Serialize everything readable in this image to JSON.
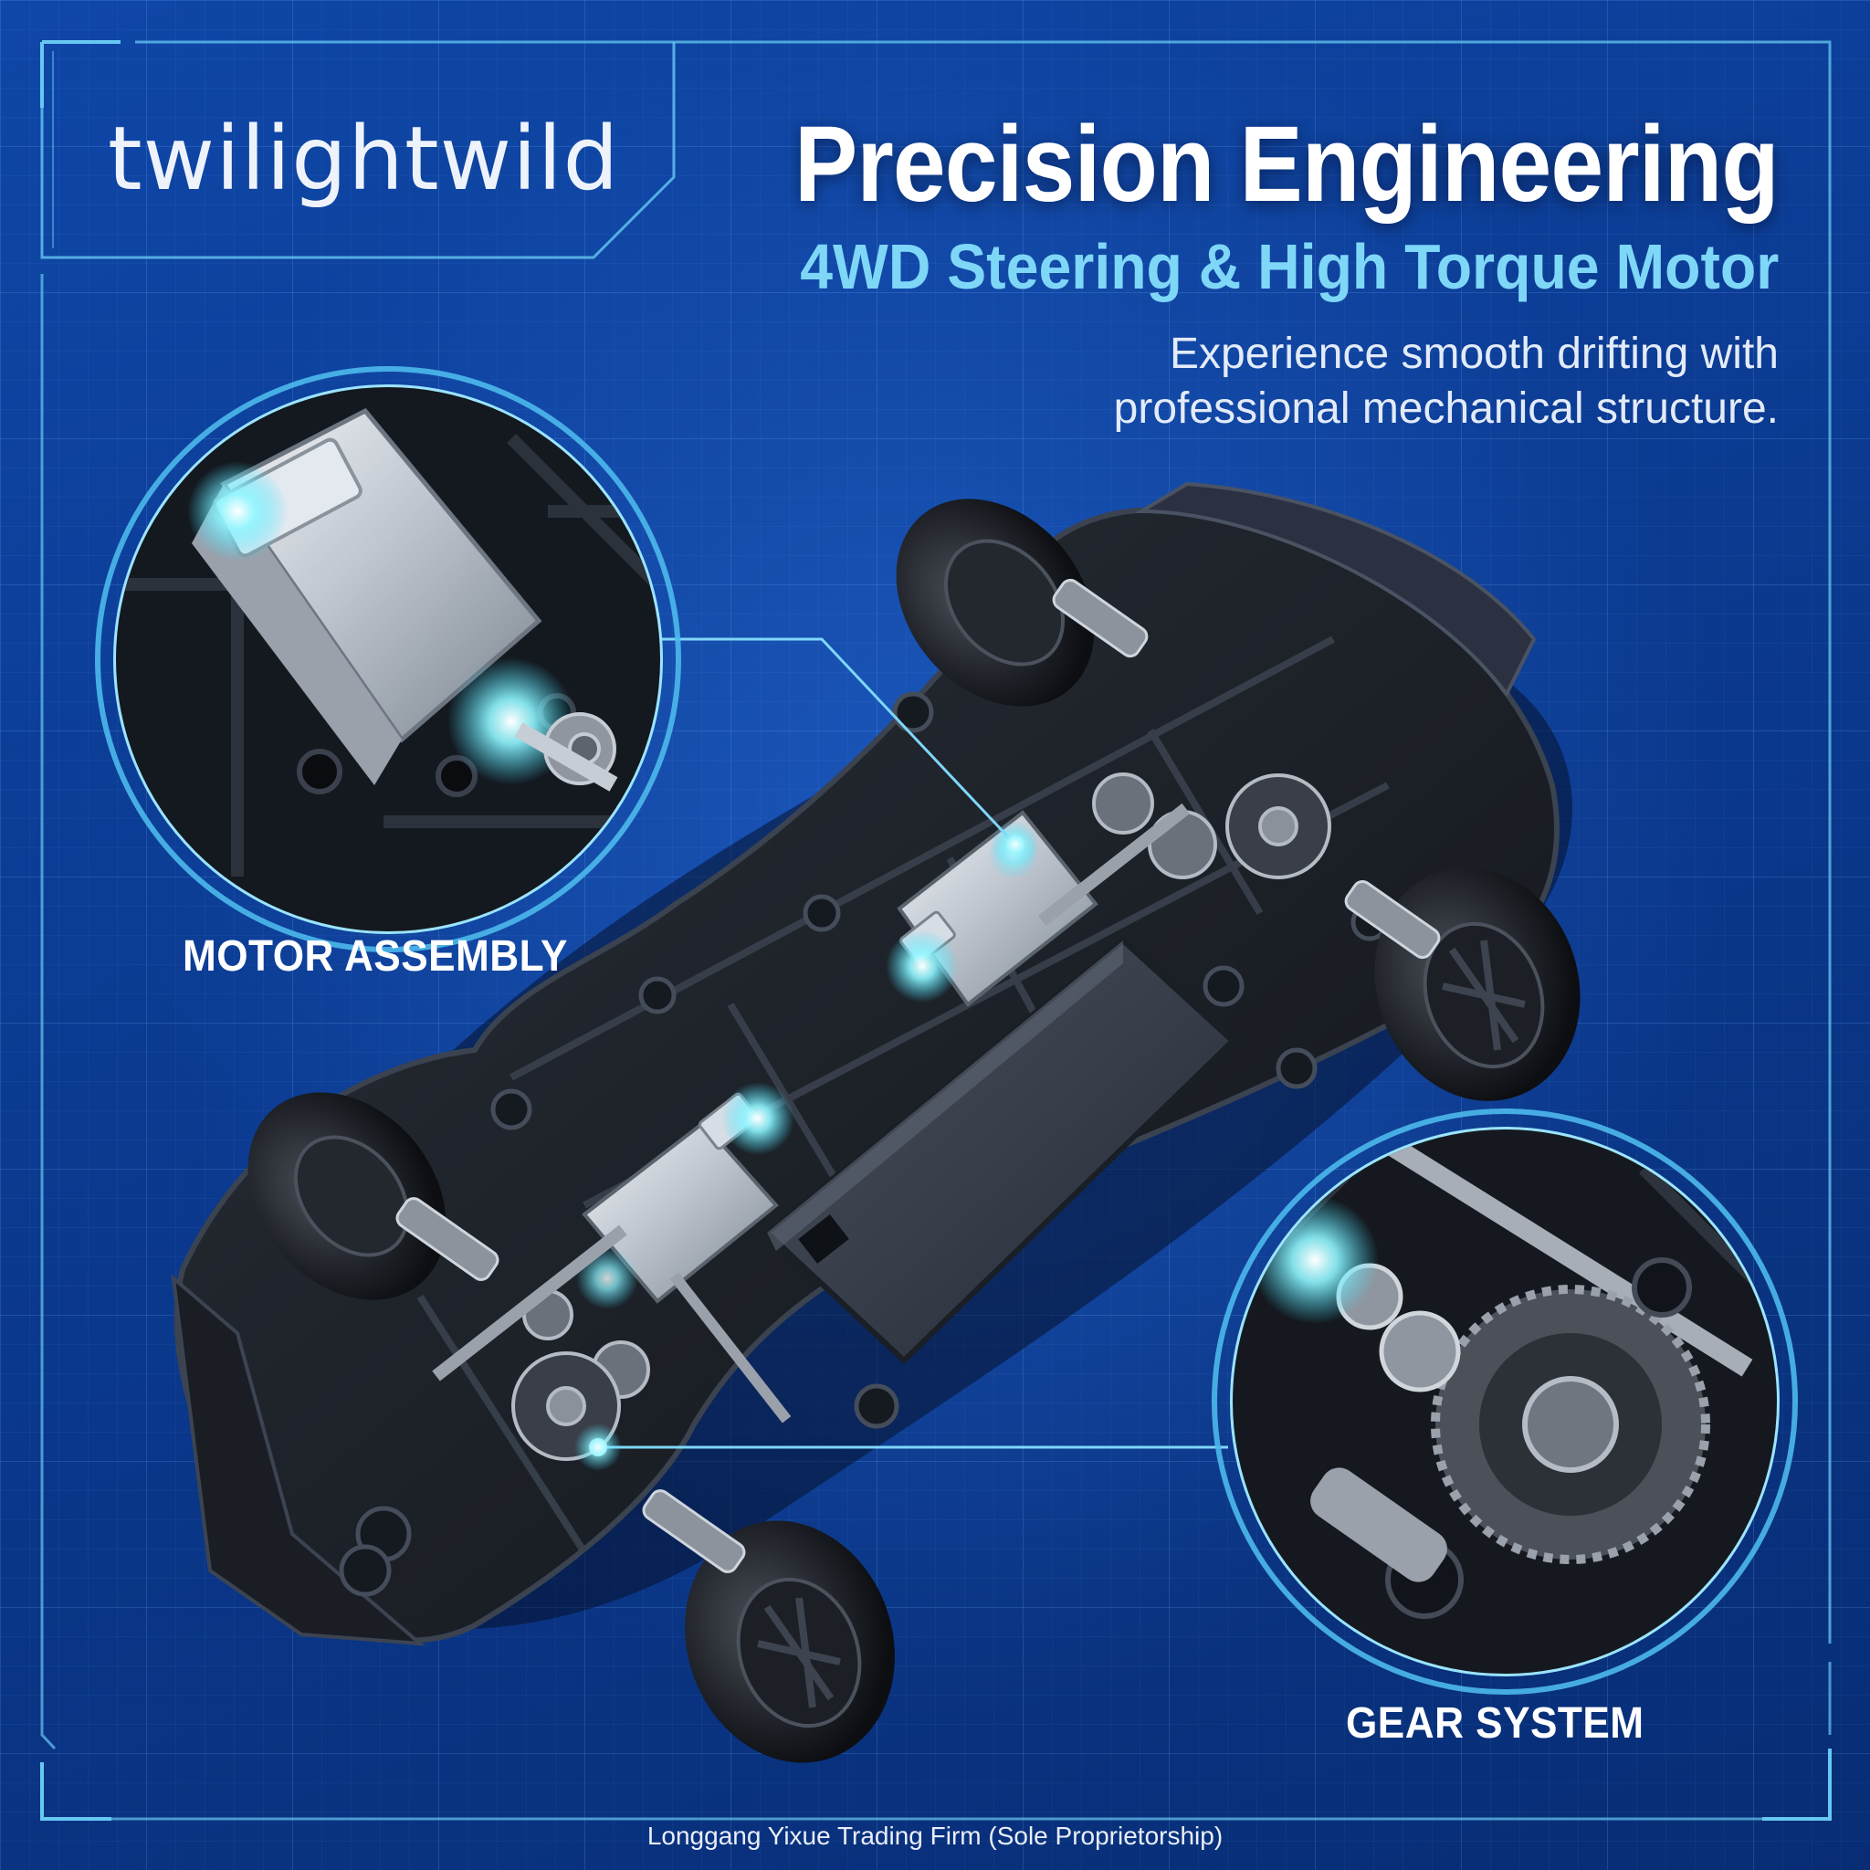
{
  "brand": "twilightwild",
  "headline": "Precision Engineering",
  "subheadline": "4WD Steering & High Torque Motor",
  "tagline": "Experience smooth drifting with professional mechanical structure.",
  "callouts": [
    {
      "label": "MOTOR ASSEMBLY",
      "icon": "motor-zoom-circle"
    },
    {
      "label": "GEAR SYSTEM",
      "icon": "gear-zoom-circle"
    }
  ],
  "footer": "Longgang Yixue Trading Firm (Sole Proprietorship)",
  "colors": {
    "background": "#0b3a90",
    "accent": "#7fd7f7",
    "glow": "#8ff6ff",
    "text": "#ffffff"
  }
}
